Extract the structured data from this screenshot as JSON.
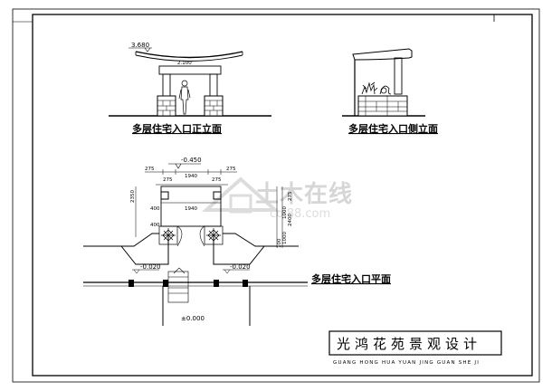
{
  "title_block": {
    "chinese": "光鸿花苑景观设计",
    "pinyin": "GUANG HONG HUA YUAN JING GUAN SHE JI"
  },
  "front_elevation": {
    "caption": "多层住宅入口正立面",
    "level_top": "3.680",
    "level_beam": "2.100"
  },
  "side_elevation": {
    "caption": "多层住宅入口侧立面"
  },
  "plan": {
    "caption": "多层住宅入口平面",
    "level_top": "-0.450",
    "level_left": "-0.020",
    "level_right": "-0.020",
    "level_ground": "±0.000",
    "dim_top": [
      "275",
      "1940",
      "275"
    ],
    "dim_mid": [
      "275",
      "275"
    ],
    "dim_inner": "1940",
    "dim_left_a": "400",
    "dim_left_b": "400",
    "dim_left_v": "2350",
    "dim_right_v": [
      "275",
      "1000",
      "2400",
      "1000",
      "100"
    ]
  },
  "watermark": {
    "main": "土木在线",
    "sub": "coi88.com"
  }
}
